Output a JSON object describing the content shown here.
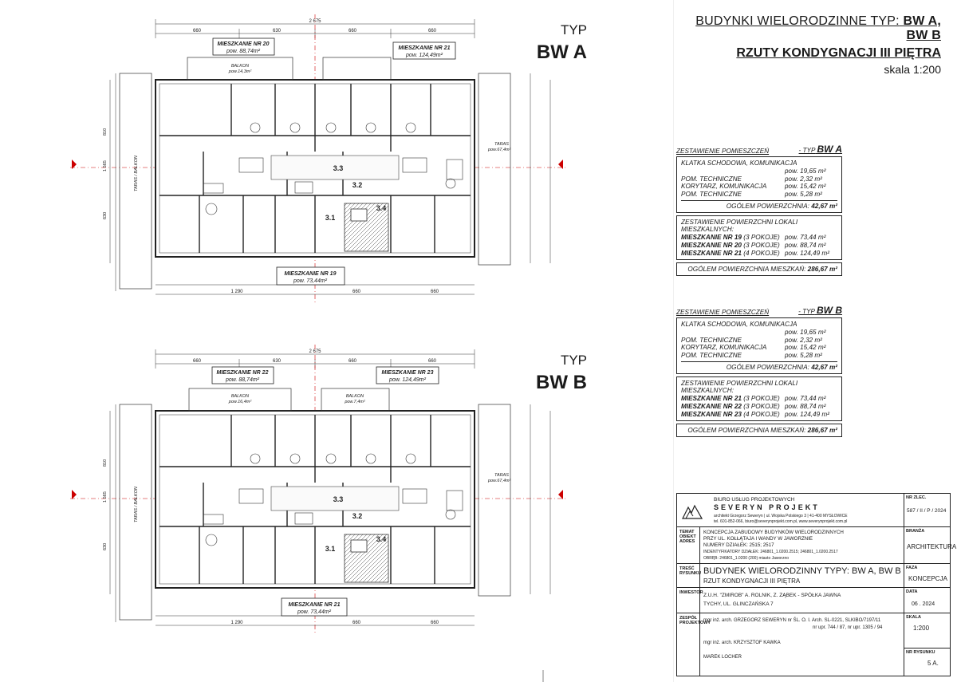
{
  "header": {
    "line1_prefix": "BUDYNKI WIELORODZINNE TYP:",
    "line1_types": "BW A, BW B",
    "line2": "RZUTY KONDYGNACJI III PIĘTRA",
    "scale": "skala 1:200"
  },
  "types": {
    "a": {
      "label": "TYP",
      "name": "BW A"
    },
    "b": {
      "label": "TYP",
      "name": "BW B"
    }
  },
  "plan_a": {
    "overall_width": "2 675",
    "overall_width_bottom": "1 290",
    "segments_top": [
      "660",
      "630",
      "660",
      "660"
    ],
    "segments_bottom": [
      "660",
      "660"
    ],
    "side_dims": [
      "810",
      "1 565",
      "630"
    ],
    "apartments": [
      {
        "title": "MIESZKANIE NR 20",
        "area": "pow. 88,74m²"
      },
      {
        "title": "MIESZKANIE NR 21",
        "area": "pow. 124,49m²"
      },
      {
        "title": "MIESZKANIE NR 19",
        "area": "pow. 73,44m²"
      }
    ],
    "balcony": {
      "title": "BALKON",
      "area": "pow.14,3m²"
    },
    "terrace": {
      "title": "TARAS",
      "area": "pow.67,4m²"
    },
    "terrace_left": "TARAS / BALKON",
    "rooms": [
      "3.3",
      "3.2",
      "3.1",
      "3.4"
    ]
  },
  "plan_b": {
    "overall_width": "2 675",
    "overall_width_bottom": "1 290",
    "segments_top": [
      "660",
      "630",
      "660",
      "660"
    ],
    "segments_bottom": [
      "660",
      "660"
    ],
    "side_dims": [
      "810",
      "1 565",
      "630"
    ],
    "apartments": [
      {
        "title": "MIESZKANIE NR 22",
        "area": "pow. 88,74m²"
      },
      {
        "title": "MIESZKANIE NR 23",
        "area": "pow. 124,49m²"
      },
      {
        "title": "MIESZKANIE NR 21",
        "area": "pow. 73,44m²"
      }
    ],
    "balcony1": {
      "title": "BALKON",
      "area": "pow.16,4m²"
    },
    "balcony2": {
      "title": "BALKON",
      "area": "pow.7,4m²"
    },
    "terrace": {
      "title": "TARAS",
      "area": "pow.67,4m²"
    },
    "terrace_left": "TARAS / BALKON",
    "rooms": [
      "3.3",
      "3.2",
      "3.1",
      "3.4"
    ]
  },
  "schedule_a": {
    "head": "ZESTAWIENIE POMIESZCZEŃ",
    "head_type_prefix": "- TYP",
    "head_type": "BW A",
    "box1_title": "KLATKA SCHODOWA, KOMUNIKACJA",
    "rooms": [
      {
        "name": "",
        "value": "pow. 19,65 m²"
      },
      {
        "name": "POM. TECHNICZNE",
        "value": "pow. 2,32 m²"
      },
      {
        "name": "KORYTARZ, KOMUNIKACJA",
        "value": "pow. 15,42 m²"
      },
      {
        "name": "POM. TECHNICZNE",
        "value": "pow. 5,28 m²"
      }
    ],
    "total1": "OGÓLEM POWIERZCHNIA:",
    "total1_value": "42,67 m²",
    "box2_title": "ZESTAWIENIE POWIERZCHNI LOKALI MIESZKALNYCH:",
    "flats": [
      {
        "name": "MIESZKANIE  NR 19",
        "rooms": "(3 POKOJE)",
        "value": "pow. 73,44 m²"
      },
      {
        "name": "MIESZKANIE  NR 20",
        "rooms": "(3 POKOJE)",
        "value": "pow. 88,74 m²"
      },
      {
        "name": "MIESZKANIE  NR 21",
        "rooms": "(4 POKOJE)",
        "value": "pow. 124,49 m²"
      }
    ],
    "total2": "OGÓLEM POWIERZCHNIA MIESZKAŃ:",
    "total2_value": "286,67 m²"
  },
  "schedule_b": {
    "head": "ZESTAWIENIE POMIESZCZEŃ",
    "head_type_prefix": "- TYP",
    "head_type": "BW B",
    "box1_title": "KLATKA SCHODOWA, KOMUNIKACJA",
    "rooms": [
      {
        "name": "",
        "value": "pow. 19,65 m²"
      },
      {
        "name": "POM. TECHNICZNE",
        "value": "pow. 2,32 m²"
      },
      {
        "name": "KORYTARZ, KOMUNIKACJA",
        "value": "pow. 15,42 m²"
      },
      {
        "name": "POM. TECHNICZNE",
        "value": "pow. 5,28 m²"
      }
    ],
    "total1": "OGÓLEM POWIERZCHNIA:",
    "total1_value": "42,67 m²",
    "box2_title": "ZESTAWIENIE POWIERZCHNI LOKALI MIESZKALNYCH:",
    "flats": [
      {
        "name": "MIESZKANIE  NR 21",
        "rooms": "(3 POKOJE)",
        "value": "pow. 73,44 m²"
      },
      {
        "name": "MIESZKANIE  NR 22",
        "rooms": "(3 POKOJE)",
        "value": "pow. 88,74 m²"
      },
      {
        "name": "MIESZKANIE  NR 23",
        "rooms": "(4 POKOJE)",
        "value": "pow. 124,49 m²"
      }
    ],
    "total2": "OGÓLEM POWIERZCHNIA MIESZKAŃ:",
    "total2_value": "286,67 m²"
  },
  "title_block": {
    "firm_line1": "BIURO USŁUG PROJEKTOWYCH",
    "firm_line2": "SEVERYN PROJEKT",
    "firm_line3": "architekt Grzegorz Seweryn  |  ul. Wojska Polskiego 3  |  41-400 MYSŁOWICE",
    "firm_line4": "tel. 601-852-066, biuro@severynprojekt.com.pl, www.severynprojekt.com.pl",
    "nr_zlec_label": "NR ZLEC.",
    "nr_zlec": "587 / II / P / 2024",
    "temat_label": "TEMAT OBIEKT ADRES",
    "temat": [
      "KONCEPCJA ZABUDOWY BUDYNKÓW WIELORODZINNYCH",
      "PRZY UL. KOŁŁĄTAJA I WANDY W JAWORZNIE",
      "NUMERY DZIAŁEK: 2515; 2517",
      "INDENTYFIKATORY DZIAŁEK: 246801_1.0200.2515; 246801_1.0200.2517",
      "OBRĘB: 246801_1.0200 (200) miasto Jaworzno"
    ],
    "branza_label": "BRANŻA",
    "branza": "ARCHITEKTURA",
    "tresc_label": "TREŚĆ RYSUNKU",
    "tresc1": "BUDYNEK WIELORODZINNY TYPY: BW A, BW B",
    "tresc2": "RZUT KONDYGNACJI III PIĘTRA",
    "faza_label": "FAZA",
    "faza": "KONCEPCJA",
    "inwestor_label": "INWESTOR",
    "inwestor1": "Z.U.H. \"ZMIROB\" A. ROLNIK, Z. ZĄBEK - SPÓŁKA JAWNA",
    "inwestor2": "TYCHY, UL. GLINCZAŃSKA 7",
    "data_label": "DATA",
    "data": "06 . 2024",
    "zespol_label": "ZESPÓŁ PROJEKTOWY",
    "zespol1": "mgr inż. arch. GRZEGORZ SEWERYN   nr ŚL. O. I. Arch. SL-0221, SLKIBO/7197/11",
    "zespol1b": "nr upr. 744 / 87,  nr upr. 1305 / 94",
    "zespol2": "mgr inż. arch. KRZYSZTOF KAWKA",
    "zespol3": "MAREK LOCHER",
    "skala_label": "SKALA",
    "skala": "1:200",
    "nr_rys_label": "NR RYSUNKU",
    "nr_rys": "5 A."
  }
}
